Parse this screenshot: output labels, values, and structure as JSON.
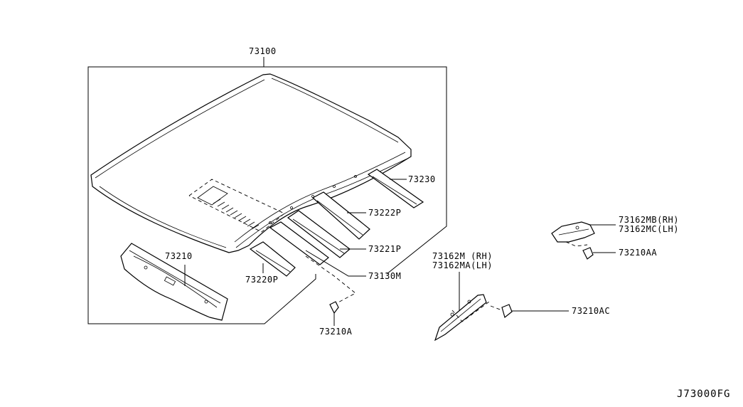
{
  "diagram": {
    "labels": {
      "p73100": "73100",
      "p73230": "73230",
      "p73222P": "73222P",
      "p73221P": "73221P",
      "p73130M": "73130M",
      "p73220P": "73220P",
      "p73210": "73210",
      "p73210A": "73210A",
      "p73162M": "73162M  (RH)",
      "p73162MA": "73162MA(LH)",
      "p73210AC": "73210AC",
      "p73162MB": "73162MB(RH)",
      "p73162MC": "73162MC(LH)",
      "p73210AA": "73210AA"
    },
    "diagram_code": "J73000FG"
  }
}
